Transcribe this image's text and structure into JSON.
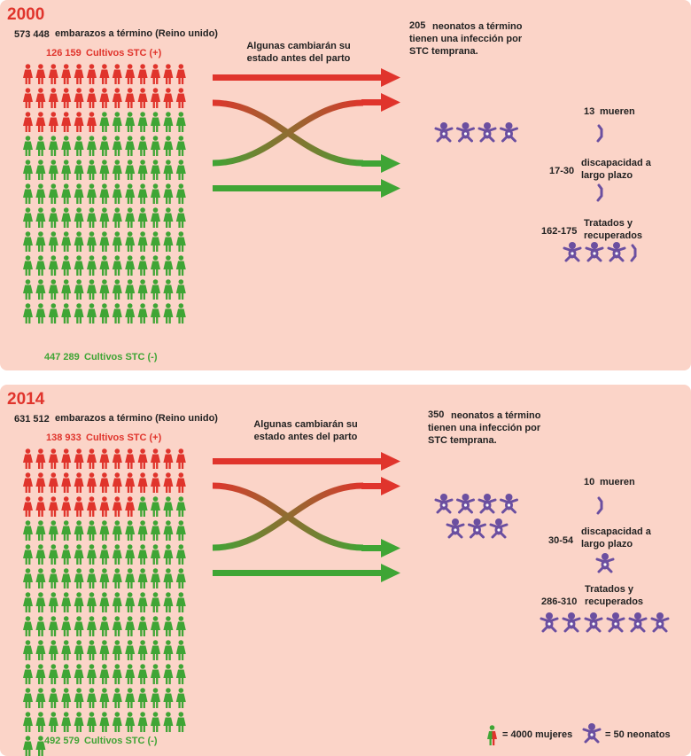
{
  "colors": {
    "panel_bg": "#fbd4c8",
    "positive": "#e0342c",
    "negative": "#3fa535",
    "neonate": "#6b4fa0",
    "text": "#222222"
  },
  "icons": {
    "woman": "woman-icon",
    "baby": "baby-icon"
  },
  "panels": [
    {
      "year": "2000",
      "pregnancies_value": "573 448",
      "pregnancies_label": "embarazos a término (Reino unido)",
      "positive_value": "126 159",
      "positive_label": "Cultivos STC (+)",
      "negative_value": "447 289",
      "negative_label": "Cultivos STC (-)",
      "women_icons": {
        "positive": 32,
        "total": 143
      },
      "change_note": "Algunas cambiarán su estado antes del parto",
      "neonates_value": "205",
      "neonates_label": "neonatos a término tienen una infección por STC temprana.",
      "neonate_icons": 4,
      "die_value": "13",
      "die_label": "mueren",
      "disability_value": "17-30",
      "disability_label": "discapacidad a largo plazo",
      "treated_value": "162-175",
      "treated_label": "Tratados y recuperados"
    },
    {
      "year": "2014",
      "pregnancies_value": "631 512",
      "pregnancies_label": "embarazos a término (Reino unido)",
      "positive_value": "138 933",
      "positive_label": "Cultivos STC (+)",
      "negative_value": "492 579",
      "negative_label": "Cultivos STC (-)",
      "women_icons": {
        "positive": 35,
        "total": 158
      },
      "change_note": "Algunas cambiarán su estado antes del parto",
      "neonates_value": "350",
      "neonates_label": "neonatos a término tienen una infección por STC temprana.",
      "neonate_icons": 7,
      "die_value": "10",
      "die_label": "mueren",
      "disability_value": "30-54",
      "disability_label": "discapacidad a largo plazo",
      "treated_value": "286-310",
      "treated_label": "Tratados y recuperados"
    }
  ],
  "legend": {
    "women_label": "= 4000 mujeres",
    "baby_label": "= 50 neonatos"
  }
}
